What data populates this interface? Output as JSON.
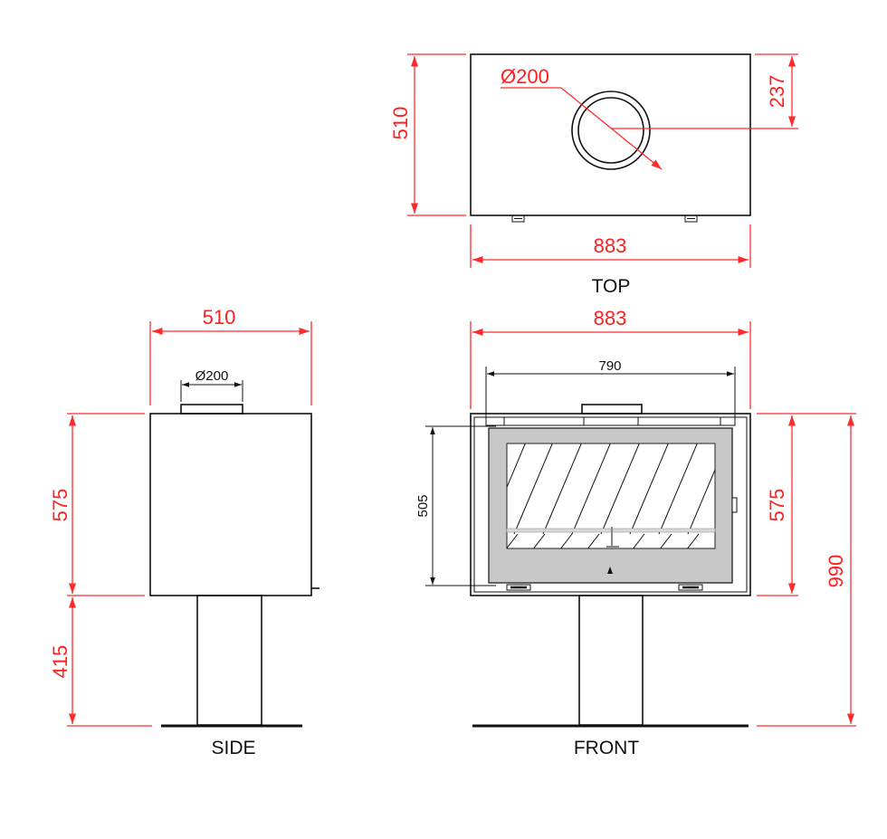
{
  "views": {
    "top": {
      "label": "TOP",
      "width": "883",
      "depth": "510",
      "flue_offset": "237",
      "flue_diameter": "Ø200"
    },
    "side": {
      "label": "SIDE",
      "depth": "510",
      "flue_diameter": "Ø200",
      "body_height": "575",
      "pedestal_height": "415"
    },
    "front": {
      "label": "FRONT",
      "width": "883",
      "glass_width": "790",
      "glass_height": "505",
      "body_height": "575",
      "total_height": "990"
    }
  },
  "colors": {
    "dimension": "#ff2a2a",
    "outline": "#111111",
    "door_frame": "#c8c8c8"
  }
}
